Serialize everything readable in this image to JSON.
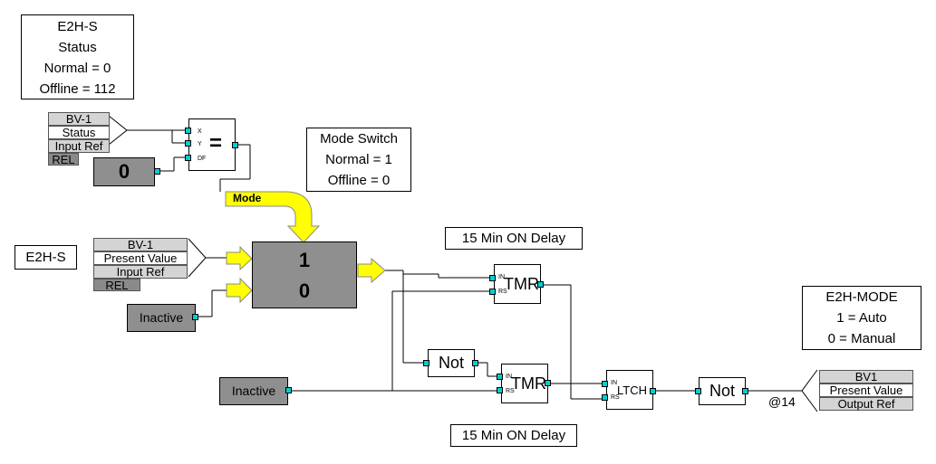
{
  "notes": {
    "status": [
      "E2H-S",
      "Status",
      "Normal = 0",
      "Offline = 112"
    ],
    "mode_switch": [
      "Mode Switch",
      "Normal = 1",
      "Offline = 0"
    ],
    "e2h_mode": [
      "E2H-MODE",
      "1 = Auto",
      "0 = Manual"
    ],
    "e2h_s_label": "E2H-S",
    "delay_top": "15 Min ON Delay",
    "delay_bottom": "15 Min ON Delay"
  },
  "inputs": {
    "bv1_status": {
      "name": "BV-1",
      "prop": "Status",
      "ref": "Input Ref",
      "rel": "REL"
    },
    "bv1_pv": {
      "name": "BV-1",
      "prop": "Present Value",
      "ref": "Input Ref",
      "rel": "REL"
    }
  },
  "constants": {
    "zero": "0",
    "inactive_1": "Inactive",
    "inactive_2": "Inactive"
  },
  "blocks": {
    "compare": {
      "symbol": "=",
      "pins": [
        "X",
        "Y",
        "DF"
      ]
    },
    "mode_arrow": "Mode",
    "switch": {
      "top": "1",
      "bottom": "0"
    },
    "not_1": "Not",
    "not_2": "Not",
    "tmr_1": {
      "label": "TMR",
      "pins": [
        "IN",
        "RS"
      ]
    },
    "tmr_2": {
      "label": "TMR",
      "pins": [
        "IN",
        "RS"
      ]
    },
    "latch": {
      "label": "LTCH",
      "pins": [
        "IN",
        "RS"
      ]
    }
  },
  "output": {
    "name": "BV1",
    "prop": "Present Value",
    "ref": "Output Ref",
    "address": "@14"
  },
  "colors": {
    "pin": "#00d0d0",
    "arrow": "#ffff00",
    "block_gray": "#8f8f8f"
  }
}
